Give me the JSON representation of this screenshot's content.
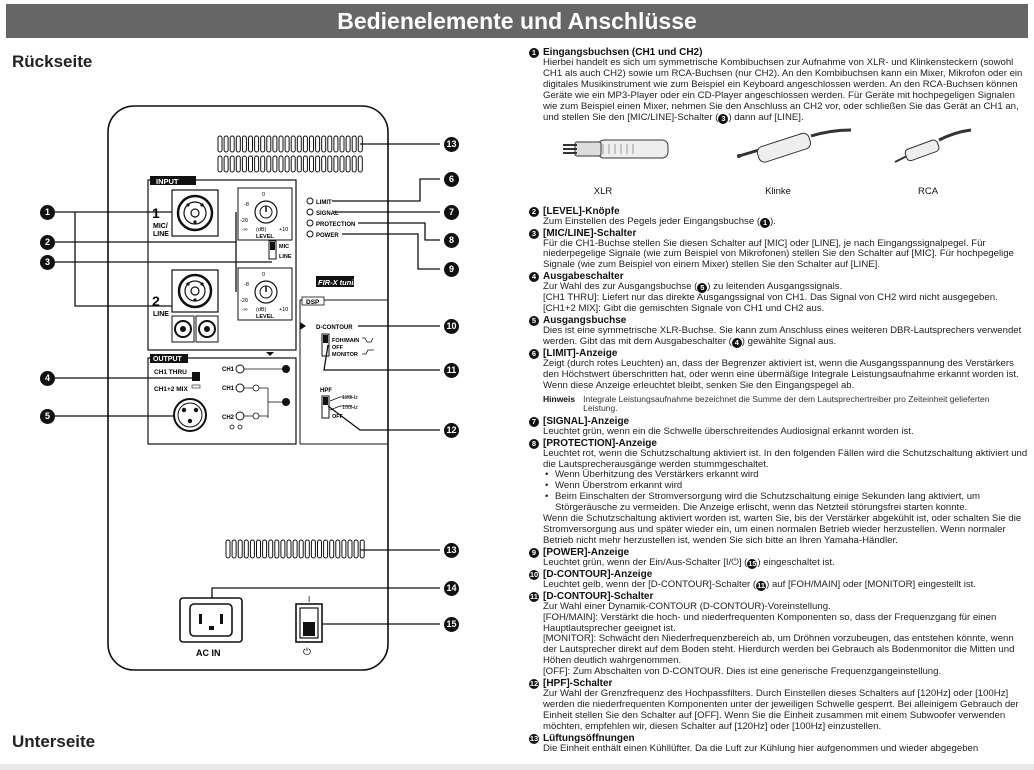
{
  "header": {
    "title": "Bedienelemente und Anschlüsse"
  },
  "left": {
    "rueckseite": "Rückseite",
    "unterseite": "Unterseite"
  },
  "panel": {
    "input_label": "INPUT",
    "in1_num": "1",
    "in1_line1": "MIC/",
    "in1_line2": "LINE",
    "in2_num": "2",
    "in2_line": "LINE",
    "level_label": "LEVEL",
    "db_label": "(dB)",
    "knob_minus_inf": "-∞",
    "knob_plus10": "+10",
    "knob_minus20": "-20",
    "knob_minus8": "-8",
    "knob_zero": "0",
    "mic_label": "MIC",
    "line_label": "LINE",
    "limit_label": "LIMIT",
    "signal_label": "SIGNAL",
    "protection_label": "PROTECTION",
    "power_label": "POWER",
    "fir_logo": "FIR-X tuning™",
    "dsp_label": "DSP",
    "dcontour_label": "D-CONTOUR",
    "foh_label": "FOH/MAIN",
    "off_label": "OFF",
    "monitor_label": "MONITOR",
    "hpf_label": "HPF",
    "hz120": "120Hz",
    "hz100": "100Hz",
    "output_label": "OUTPUT",
    "ch1thru_label": "CH1 THRU",
    "ch12mix_label": "CH1+2 MIX",
    "ch1_label": "CH1",
    "ch2_label": "CH2",
    "acin_label": "AC IN",
    "power_symbol": "⏻",
    "switch_top": "I"
  },
  "callouts": [
    "1",
    "2",
    "3",
    "4",
    "5",
    "6",
    "7",
    "8",
    "9",
    "10",
    "11",
    "12",
    "13",
    "13",
    "14",
    "15"
  ],
  "right": {
    "i1": {
      "num": "1",
      "title": "Eingangsbuchsen (CH1 und CH2)",
      "body": "Hierbei handelt es sich um symmetrische Kombibuchsen zur Aufnahme von XLR- und Klinkensteckern (sowohl CH1 als auch CH2) sowie um RCA-Buchsen (nur CH2). An den Kombibuchsen kann ein Mixer, Mikrofon oder ein digitales Musikinstrument wie zum Beispiel ein Keyboard angeschlossen werden. An den RCA-Buchsen können Geräte wie ein MP3-Player oder ein CD-Player angeschlossen werden. Für Geräte mit hochpegeligen Signalen wie zum Beispiel einen Mixer, nehmen Sie den Anschluss an CH2 vor, oder schließen Sie das Gerät an CH1 an, und stellen Sie den [MIC/LINE]-Schalter (",
      "ref": "3",
      "body_end": ") dann auf [LINE].",
      "xlr": "XLR",
      "klinke": "Klinke",
      "rca": "RCA"
    },
    "i2": {
      "num": "2",
      "title": "[LEVEL]-Knöpfe",
      "body": "Zum Einstellen des Pegels jeder Eingangsbuchse (",
      "ref": "1",
      "body_end": ")."
    },
    "i3": {
      "num": "3",
      "title": "[MIC/LINE]-Schalter",
      "body": "Für die CH1-Buchse stellen Sie diesen Schalter auf [MIC] oder [LINE], je nach Eingangssignalpegel. Für niederpegelige Signale (wie zum Beispiel von Mikrofonen) stellen Sie den Schalter auf [MIC]. Für hochpegelige Signale (wie zum Beispiel von einem Mixer) stellen Sie den Schalter auf [LINE]."
    },
    "i4": {
      "num": "4",
      "title": "Ausgabeschalter",
      "body1": "Zur Wahl des zur Ausgangsbuchse (",
      "ref": "5",
      "body1_end": ") zu leitenden Ausgangssignals.",
      "body2": "[CH1 THRU]: Liefert nur das direkte Ausgangssignal von CH1. Das Signal von CH2 wird nicht ausgegeben.",
      "body3": "[CH1+2 MIX]: Gibt die gemischten Signale von CH1 und CH2 aus."
    },
    "i5": {
      "num": "5",
      "title": "Ausgangsbuchse",
      "body": "Dies ist eine symmetrische XLR-Buchse. Sie kann zum Anschluss eines weiteren DBR-Lautsprechers verwendet werden. Gibt das mit dem Ausgabeschalter (",
      "ref": "4",
      "body_end": ") gewählte Signal aus."
    },
    "i6": {
      "num": "6",
      "title": "[LIMIT]-Anzeige",
      "body": "Zeigt (durch rotes Leuchten) an, dass der Begrenzer aktiviert ist, wenn die Ausgangsspannung des Verstärkers den Höchstwert überschritten hat, oder wenn eine übermäßige Integrale Leistungsaufnahme erkannt worden ist. Wenn diese Anzeige erleuchtet bleibt, senken Sie den Eingangspegel ab.",
      "hinweis_label": "Hinweis",
      "hinweis": "Integrale Leistungsaufnahme bezeichnet die Summe der dem Lautsprechertreiber pro Zeiteinheit gelieferten Leistung."
    },
    "i7": {
      "num": "7",
      "title": "[SIGNAL]-Anzeige",
      "body": "Leuchtet grün, wenn ein die Schwelle überschreitendes Audiosignal erkannt worden ist."
    },
    "i8": {
      "num": "8",
      "title": "[PROTECTION]-Anzeige",
      "body": "Leuchtet rot, wenn die Schutzschaltung aktiviert ist. In den folgenden Fällen wird die Schutzschaltung aktiviert und die Lautsprecherausgänge werden stummgeschaltet.",
      "b1": "Wenn Überhitzung des Verstärkers erkannt wird",
      "b2": "Wenn Überstrom erkannt wird",
      "b3": "Beim Einschalten der Stromversorgung wird die Schutzschaltung einige Sekunden lang aktiviert, um Störgeräusche zu vermeiden. Die Anzeige erlischt, wenn das Netzteil störungsfrei starten konnte.",
      "body2": "Wenn die Schutzschaltung aktiviert worden ist, warten Sie, bis der Verstärker abgekühlt ist, oder schalten Sie die Stromversorgung aus und später wieder ein, um einen normalen Betrieb wieder herzustellen. Wenn normaler Betrieb nicht mehr herzustellen ist, wenden Sie sich bitte an Ihren Yamaha-Händler."
    },
    "i9": {
      "num": "9",
      "title": "[POWER]-Anzeige",
      "body": "Leuchtet grün, wenn der Ein/Aus-Schalter [I/⏻] (",
      "ref": "15",
      "body_end": ") eingeschaltet ist."
    },
    "i10": {
      "num": "10",
      "title": "[D-CONTOUR]-Anzeige",
      "body": "Leuchtet gelb, wenn der [D-CONTOUR]-Schalter (",
      "ref": "11",
      "body_end": ") auf [FOH/MAIN] oder [MONITOR] eingestellt ist."
    },
    "i11": {
      "num": "11",
      "title": "[D-CONTOUR]-Schalter",
      "body1": "Zur Wahl einer Dynamik-CONTOUR (D-CONTOUR)-Voreinstellung.",
      "body2": "[FOH/MAIN]: Verstärkt die hoch- und niederfrequenten Komponenten so, dass der Frequenzgang für einen Hauptlautsprecher geeignet ist.",
      "body3": "[MONITOR]: Schwächt den Niederfrequenzbereich ab, um Dröhnen vorzubeugen, das entstehen könnte, wenn der Lautsprecher direkt auf dem Boden steht. Hierdurch werden bei Gebrauch als Bodenmonitor die Mitten und Höhen deutlich wahrgenommen.",
      "body4": "[OFF]: Zum Abschalten von D-CONTOUR. Dies ist eine generische Frequenzgangeinstellung."
    },
    "i12": {
      "num": "12",
      "title": "[HPF]-Schalter",
      "body": "Zur Wahl der Grenzfrequenz des Hochpassfilters. Durch Einstellen dieses Schalters auf [120Hz] oder [100Hz] werden die niederfrequenten Komponenten unter der jeweiligen Schwelle gesperrt. Bei alleinigem Gebrauch der Einheit stellen Sie den Schalter auf [OFF]. Wenn Sie die Einheit zusammen mit einem Subwoofer verwenden möchten, empfehlen wir, diesen Schalter auf [120Hz] oder [100Hz] einzustellen."
    },
    "i13": {
      "num": "13",
      "title": "Lüftungsöffnungen",
      "body": "Die Einheit enthält einen Kühllüfter. Da die Luft zur Kühlung hier aufgenommen und wieder abgegeben"
    }
  }
}
